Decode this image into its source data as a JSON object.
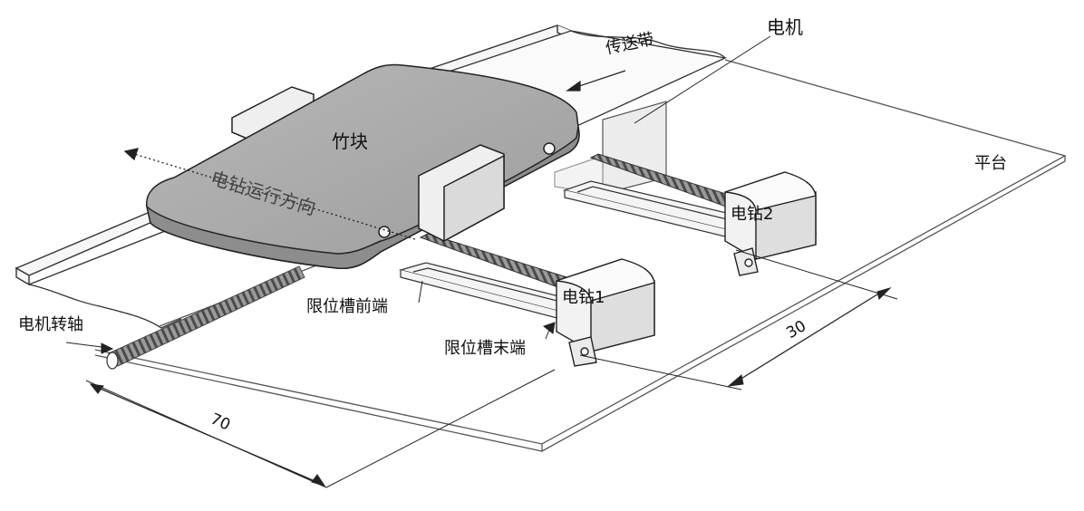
{
  "labels": {
    "motor": "电机",
    "conveyor_belt": "传送带",
    "bamboo_block": "竹块",
    "drill_direction": "电钻运行方向",
    "platform": "平台",
    "drill_1": "电钻1",
    "drill_2": "电钻2",
    "limit_slot_front": "限位槽前端",
    "limit_slot_end": "限位槽末端",
    "motor_shaft": "电机转轴"
  },
  "dimensions": {
    "length_70": "70",
    "length_30": "30"
  },
  "colors": {
    "outline": "#2b2b2b",
    "block_fill": "#a9a9a9",
    "block_side": "#8c8c8c",
    "bracket_fill": "#efefef",
    "drill_body": "#f2f2f2",
    "drill_cap": "#dcdcdc",
    "screw": "#7a7a7a",
    "platform_line": "#555555",
    "text": "#111111"
  }
}
